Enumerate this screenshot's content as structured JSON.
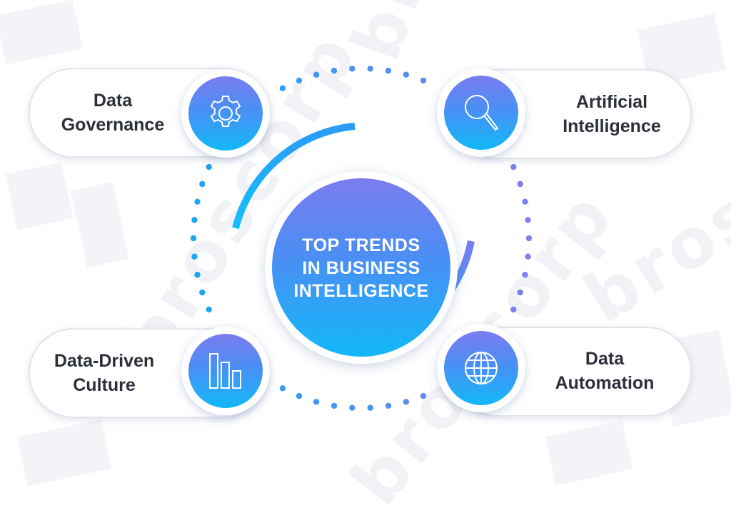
{
  "center": {
    "title": "TOP TRENDS\nIN BUSINESS\nINTELLIGENCE"
  },
  "trends": [
    {
      "label": "Data\nGovernance",
      "icon": "gear-icon"
    },
    {
      "label": "Artificial\nIntelligence",
      "icon": "magnifier-icon"
    },
    {
      "label": "Data-Driven\nCulture",
      "icon": "bar-chart-icon"
    },
    {
      "label": "Data\nAutomation",
      "icon": "globe-icon"
    }
  ],
  "watermark": {
    "text": "broscorp"
  },
  "colors": {
    "gradient_top": "#7b7cf0",
    "gradient_bottom": "#12b8fa",
    "dot_blue": "#1aa6f5",
    "dot_purple": "#7f7ff0",
    "label_text": "#2b2f3a"
  }
}
